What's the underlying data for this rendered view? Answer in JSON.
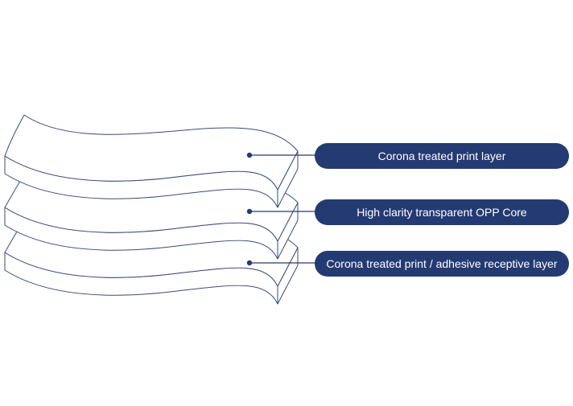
{
  "diagram": {
    "accent_color": "#243a72",
    "outline_color": "#3b4a78",
    "layers": [
      {
        "label": "Corona treated print layer"
      },
      {
        "label": "High clarity transparent OPP Core"
      },
      {
        "label": "Corona treated print / adhesive receptive layer"
      }
    ]
  }
}
